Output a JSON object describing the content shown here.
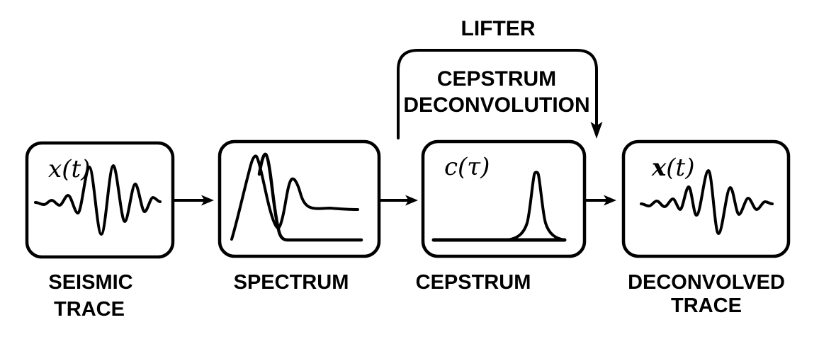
{
  "diagram": {
    "title": "Cepstrum deconvolution flow diagram",
    "colors": {
      "ink": "#000000",
      "background": "#ffffff"
    },
    "lifter": {
      "label": "LIFTER",
      "process_line1": "CEPSTRUM",
      "process_line2": "DECONVOLUTION"
    },
    "boxes": [
      {
        "name": "seismic-trace",
        "graphic": "seismic-wavelet-icon",
        "formula_var": "x",
        "formula_args": "(t)",
        "caption_line1": "SEISMIC",
        "caption_line2": "TRACE"
      },
      {
        "name": "spectrum",
        "graphic": "amplitude-spectrum-curves-icon",
        "caption_line1": "SPECTRUM"
      },
      {
        "name": "cepstrum",
        "graphic": "cepstrum-peak-icon",
        "formula_var": "c",
        "formula_args": "(τ)",
        "caption_line1": "CEPSTRUM"
      },
      {
        "name": "deconvolved-trace",
        "graphic": "deconvolved-wavelet-icon",
        "formula_var": "x",
        "formula_args": "(t)",
        "caption_line1": "DECONVOLVED",
        "caption_line2": "TRACE"
      }
    ],
    "arrows": [
      {
        "name": "flow-arrow-seismic-to-spectrum",
        "direction": "right"
      },
      {
        "name": "flow-arrow-spectrum-to-cepstrum",
        "direction": "right"
      },
      {
        "name": "flow-arrow-cepstrum-to-deconvolved",
        "direction": "right"
      },
      {
        "name": "lifter-bypass-arrow",
        "direction": "down"
      }
    ]
  }
}
